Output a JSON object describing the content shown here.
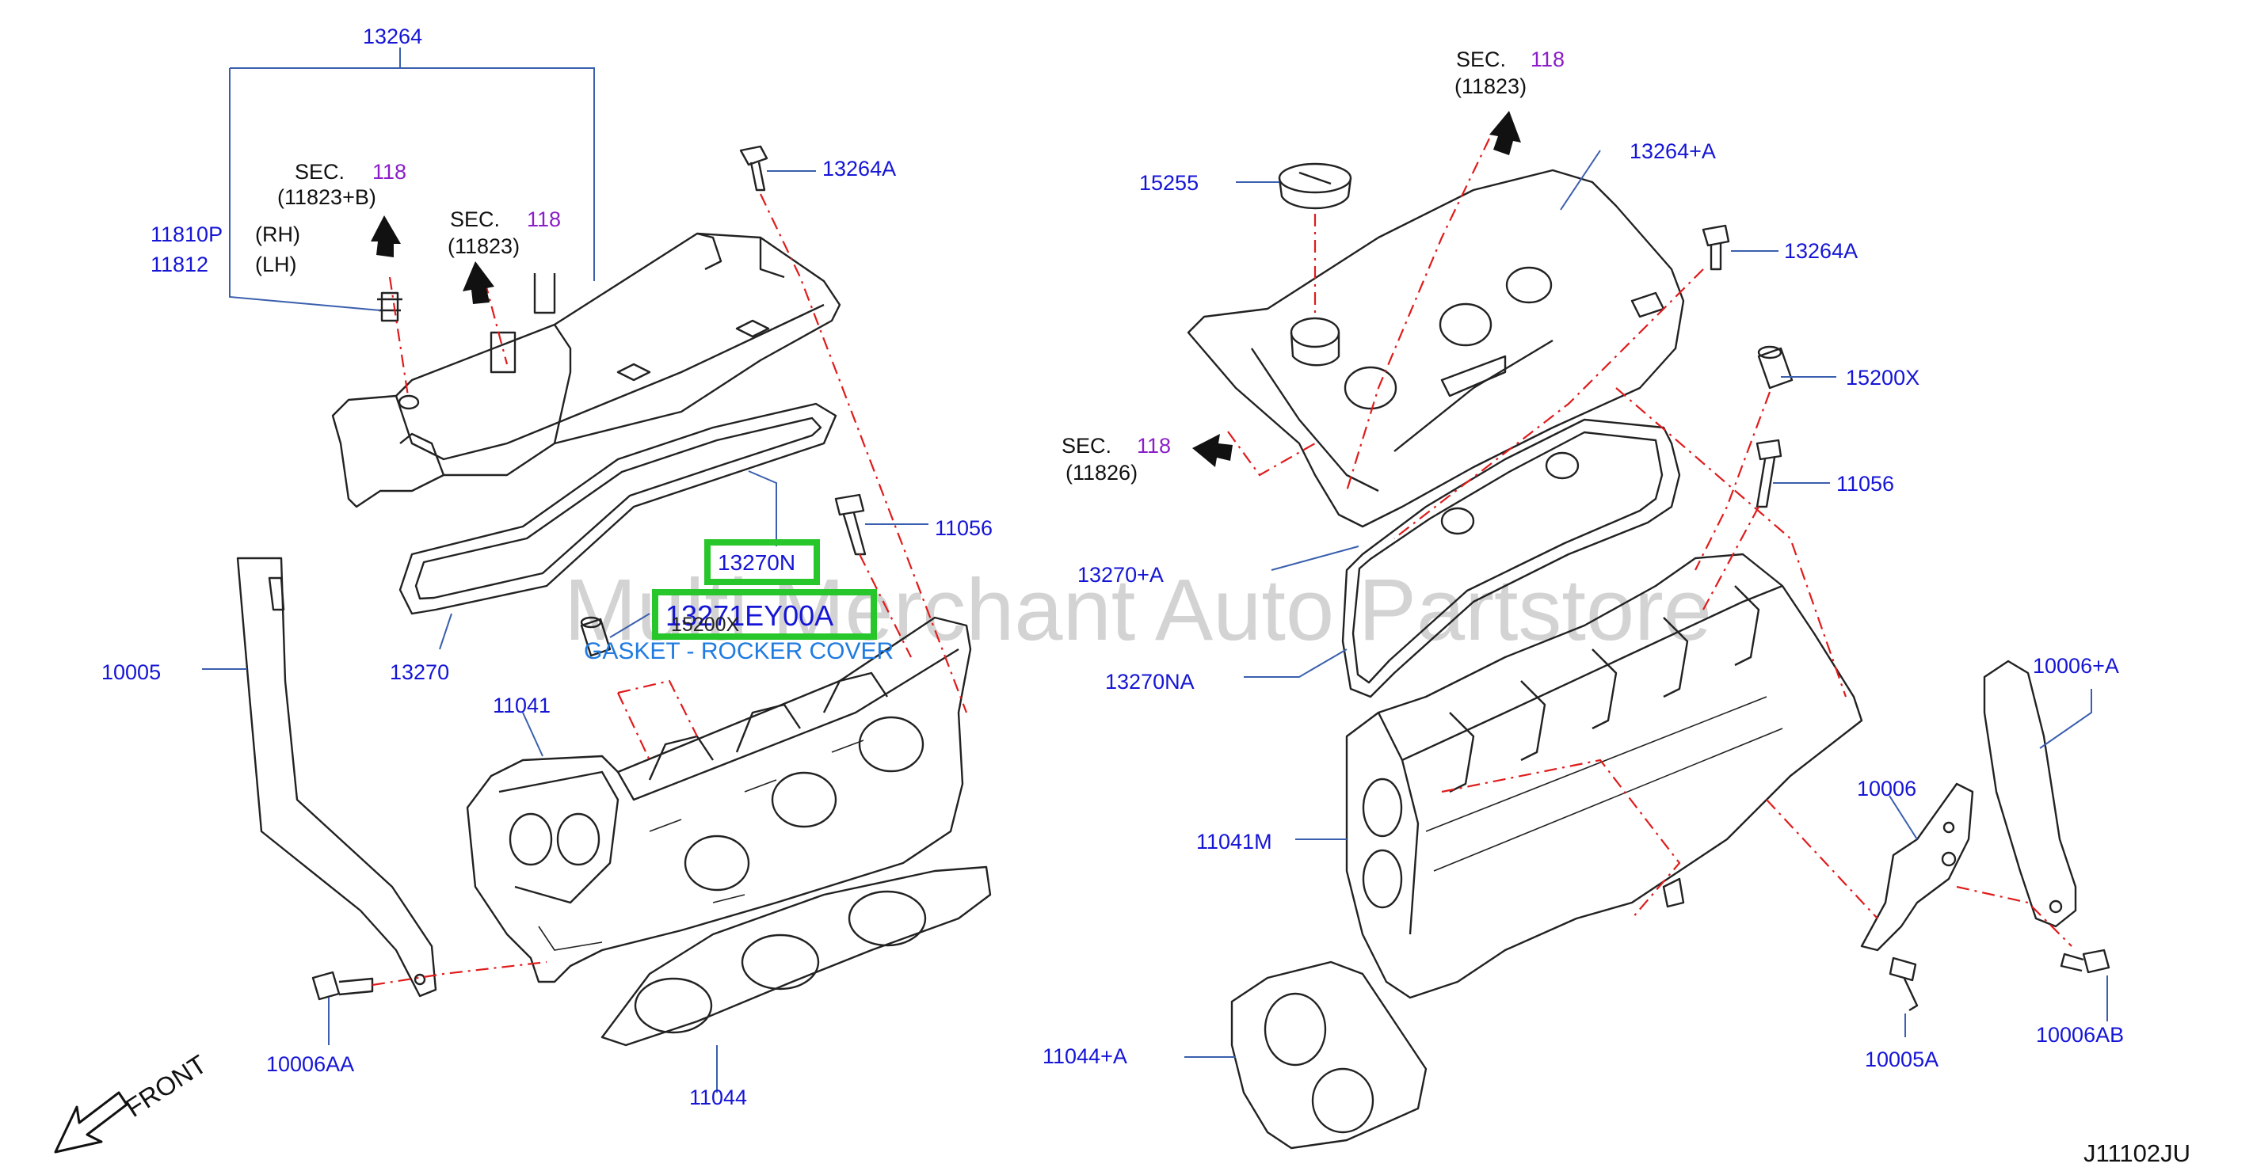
{
  "watermark": "Multi Merchant Auto Partstore",
  "diagram_code": "J11102JU",
  "front_label": "FRONT",
  "sec_labels": [
    {
      "prefix": "SEC.",
      "num": "118",
      "ref": "(11823+B)"
    },
    {
      "prefix": "SEC.",
      "num": "118",
      "ref": "(11823)"
    },
    {
      "prefix": "SEC.",
      "num": "118",
      "ref": "(11823)"
    },
    {
      "prefix": "SEC.",
      "num": "118",
      "ref": "(11826)"
    }
  ],
  "side_labels": {
    "rh": "(RH)",
    "lh": "(LH)"
  },
  "highlight": {
    "part_a": "13270N",
    "part_b": "13271EY00A",
    "overlap": "15200X",
    "description": "GASKET - ROCKER COVER"
  },
  "left_parts": {
    "p13264": "13264",
    "p11810P": "11810P",
    "p11812": "11812",
    "p13264A": "13264A",
    "p11056": "11056",
    "p13270": "13270",
    "p10005": "10005",
    "p11041": "11041",
    "p10006AA": "10006AA",
    "p11044": "11044"
  },
  "right_parts": {
    "p15255": "15255",
    "p13264pA": "13264+A",
    "p13264A": "13264A",
    "p15200X": "15200X",
    "p11056": "11056",
    "p13270pA": "13270+A",
    "p13270NA": "13270NA",
    "p10006pA": "10006+A",
    "p10006": "10006",
    "p11041M": "11041M",
    "p11044pA": "11044+A",
    "p10005A": "10005A",
    "p10006AB": "10006AB"
  }
}
